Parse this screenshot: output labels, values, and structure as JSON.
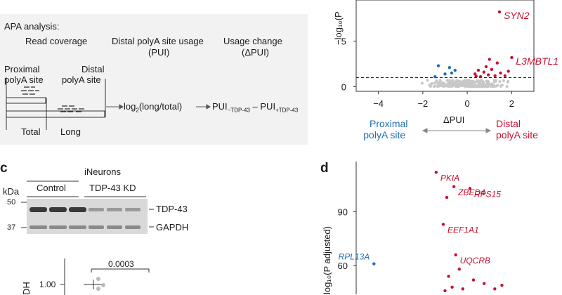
{
  "panel_b": {
    "apa_title": "APA analysis:",
    "read_coverage": "Read coverage",
    "distal_usage_l1": "Distal polyA site usage",
    "distal_usage_l2": "(PUI)",
    "usage_change_l1": "Usage change",
    "usage_change_l2": "(ΔPUI)",
    "proximal_l1": "Proximal",
    "proximal_l2": "polyA site",
    "distal_l1": "Distal",
    "distal_l2": "polyA site",
    "total": "Total",
    "long": "Long",
    "formula_log": "log",
    "formula_log_sub": "2",
    "formula_rest": "(long/total)",
    "pui": "PUI",
    "pui_sub_minus": "−TDP-43",
    "minus": "–",
    "pui_sub_plus": "+TDP-43"
  },
  "volcano_top": {
    "ylabel": "−log₁₀(P",
    "y_ticks": [
      "5",
      "0"
    ],
    "x_ticks": [
      "−4",
      "−2",
      "0",
      "2"
    ],
    "xlabel": "ΔPUI",
    "left_label_l1": "Proximal",
    "left_label_l2": "polyA site",
    "right_label_l1": "Distal",
    "right_label_l2": "polyA site",
    "gene_labels": [
      "SYN2",
      "L3MBTL1"
    ]
  },
  "panel_c": {
    "letter": "c",
    "group": "iNeurons",
    "control": "Control",
    "kd": "TDP-43 KD",
    "kda": "kDa",
    "marker_50": "50",
    "marker_37": "37",
    "band_tdp": "TDP-43",
    "band_gapdh": "GAPDH",
    "p_value": "0.0003",
    "y_tick": "1.00",
    "ylabel_partial": "DH"
  },
  "panel_d": {
    "letter": "d",
    "ylabel": "log₁₀(P adjusted)",
    "y_ticks": [
      "90",
      "60"
    ],
    "gene_labels": [
      "PKIA",
      "RPS15",
      "ZBED4",
      "EEF1A1",
      "UQCRB",
      "RPL13A"
    ]
  },
  "colors": {
    "red": "#c8102e",
    "blue": "#1f6fb5",
    "grey": "#c8c8c8",
    "panel_bg": "#f2f2f2"
  },
  "chart_data": [
    {
      "type": "scatter",
      "xlabel": "ΔPUI",
      "ylabel": "−log₁₀(P",
      "x_ticks": [
        -4,
        -2,
        0,
        2
      ],
      "y_ticks": [
        0,
        5
      ],
      "xlim": [
        -5.0,
        3.0
      ],
      "ylim": [
        -0.5,
        9.5
      ],
      "threshold_y": 1.0,
      "series": [
        {
          "color": "#1f6fb5",
          "points": [
            [
              -1.3,
              2.3
            ],
            [
              -1.0,
              1.4
            ],
            [
              -0.55,
              1.8
            ],
            [
              -0.7,
              1.5
            ],
            [
              -1.45,
              1.1
            ],
            [
              -0.8,
              2.1
            ]
          ]
        },
        {
          "color": "#c8102e",
          "points": [
            [
              1.45,
              8.2
            ],
            [
              2.0,
              3.2
            ],
            [
              1.0,
              3.0
            ],
            [
              1.35,
              2.6
            ],
            [
              0.5,
              1.8
            ],
            [
              0.75,
              1.6
            ],
            [
              0.95,
              1.3
            ],
            [
              1.1,
              1.9
            ],
            [
              1.25,
              1.2
            ],
            [
              0.35,
              1.4
            ],
            [
              1.5,
              1.5
            ],
            [
              1.7,
              1.2
            ],
            [
              0.6,
              1.1
            ],
            [
              1.85,
              1.7
            ],
            [
              0.85,
              2.2
            ],
            [
              0.4,
              1.15
            ]
          ]
        }
      ],
      "annotations": [
        {
          "text": "SYN2",
          "x": 1.45,
          "y": 8.2
        },
        {
          "text": "L3MBTL1",
          "x": 2.0,
          "y": 3.2
        }
      ]
    },
    {
      "type": "scatter",
      "ylabel": "log₁₀(P adjusted)",
      "y_ticks": [
        60,
        90
      ],
      "ylim": [
        44,
        118
      ],
      "xlim": [
        -2.0,
        3.0
      ],
      "series": [
        {
          "color": "#c8102e",
          "points": [
            [
              0.25,
              112
            ],
            [
              0.75,
              104
            ],
            [
              1.2,
              103
            ],
            [
              0.55,
              98
            ],
            [
              0.45,
              83
            ],
            [
              0.8,
              66
            ],
            [
              0.9,
              58
            ],
            [
              1.3,
              52
            ],
            [
              0.6,
              54
            ],
            [
              1.6,
              50
            ],
            [
              2.1,
              49
            ],
            [
              0.7,
              48
            ],
            [
              1.0,
              47
            ],
            [
              0.5,
              46
            ],
            [
              1.9,
              47
            ]
          ]
        },
        {
          "color": "#1f6fb5",
          "points": [
            [
              -1.5,
              61
            ]
          ]
        }
      ],
      "annotations": [
        {
          "text": "PKIA",
          "x": 0.25,
          "y": 112
        },
        {
          "text": "RPS15",
          "x": 1.2,
          "y": 103
        },
        {
          "text": "ZBED4",
          "x": 0.75,
          "y": 104
        },
        {
          "text": "EEF1A1",
          "x": 0.45,
          "y": 83
        },
        {
          "text": "UQCRB",
          "x": 0.8,
          "y": 66
        },
        {
          "text": "RPL13A",
          "x": -1.5,
          "y": 61
        }
      ]
    }
  ]
}
